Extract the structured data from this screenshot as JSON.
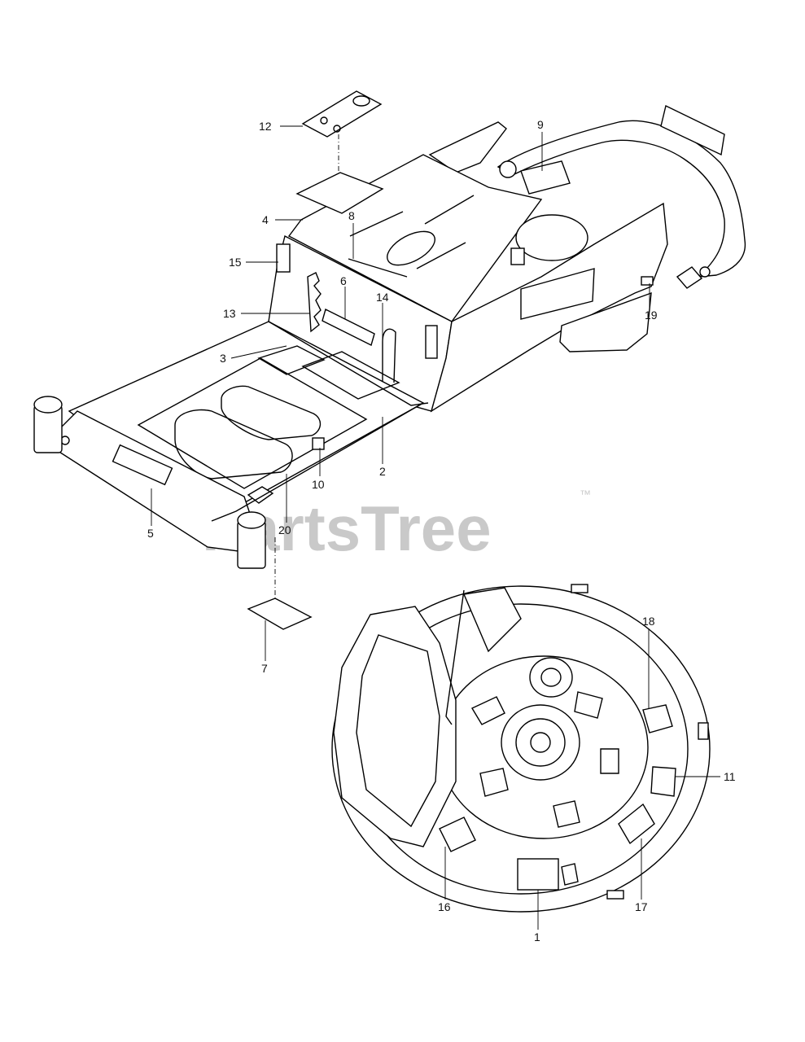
{
  "watermark": {
    "text": "PartsTree",
    "trademark": "™"
  },
  "callouts": [
    {
      "id": "1",
      "label": "1"
    },
    {
      "id": "2",
      "label": "2"
    },
    {
      "id": "3",
      "label": "3"
    },
    {
      "id": "4",
      "label": "4"
    },
    {
      "id": "5",
      "label": "5"
    },
    {
      "id": "6",
      "label": "6"
    },
    {
      "id": "7",
      "label": "7"
    },
    {
      "id": "8",
      "label": "8"
    },
    {
      "id": "9",
      "label": "9"
    },
    {
      "id": "10",
      "label": "10"
    },
    {
      "id": "11",
      "label": "11"
    },
    {
      "id": "12",
      "label": "12"
    },
    {
      "id": "13",
      "label": "13"
    },
    {
      "id": "14",
      "label": "14"
    },
    {
      "id": "15",
      "label": "15"
    },
    {
      "id": "16",
      "label": "16"
    },
    {
      "id": "17",
      "label": "17"
    },
    {
      "id": "18",
      "label": "18"
    },
    {
      "id": "19",
      "label": "19"
    },
    {
      "id": "20",
      "label": "20"
    }
  ]
}
